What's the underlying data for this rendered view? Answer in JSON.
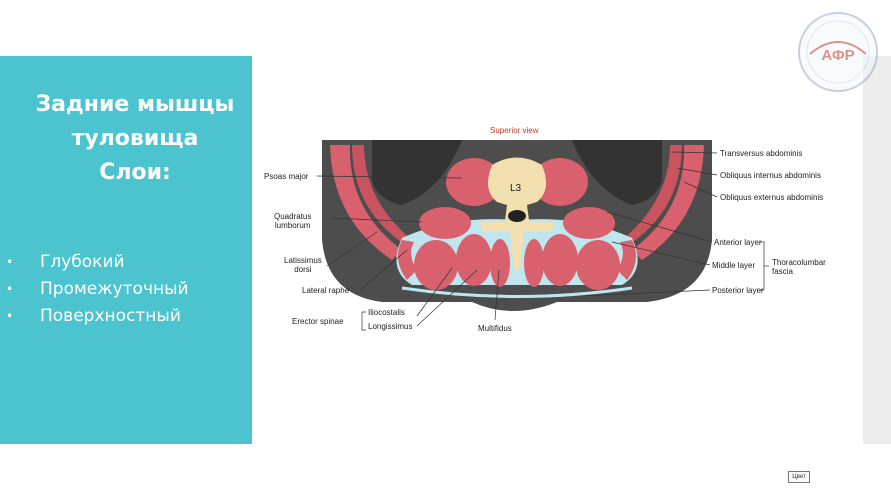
{
  "slide": {
    "title_lines": [
      "Задние мышцы",
      "туловища",
      "Слои:"
    ],
    "layers": [
      "Глубокий",
      "Промежуточный",
      "Поверхностный"
    ],
    "bullet": "•"
  },
  "logo": {
    "text": "АФР"
  },
  "tiny_button": {
    "label": "Цвет"
  },
  "diagram": {
    "view_label": "Superior view",
    "vertebra_label": "L3",
    "left_labels": {
      "psoas": "Psoas major",
      "quadratus_1": "Quadratus",
      "quadratus_2": "lumborum",
      "latissimus_1": "Latissimus",
      "latissimus_2": "dorsi",
      "lateral_raphe": "Lateral raphe",
      "erector": "Erector spinae",
      "iliocostalis": "Iliocostalis",
      "longissimus": "Longissimus",
      "multifidus": "Multifidus"
    },
    "right_labels": {
      "transversus": "Transversus abdominis",
      "obl_internus": "Obliquus internus abdominis",
      "obl_externus": "Obliquus externus abdominis",
      "anterior": "Anterior layer",
      "middle": "Middle layer",
      "posterior": "Posterior layer",
      "fascia_1": "Thoracolumbar",
      "fascia_2": "fascia"
    }
  },
  "colors": {
    "panel": "#4bc4cf",
    "muscle": "#d9606d",
    "bone": "#f3e0b0",
    "fascia": "#bfe6ee",
    "skin": "#4d4d4d",
    "view_label": "#c0392b"
  }
}
